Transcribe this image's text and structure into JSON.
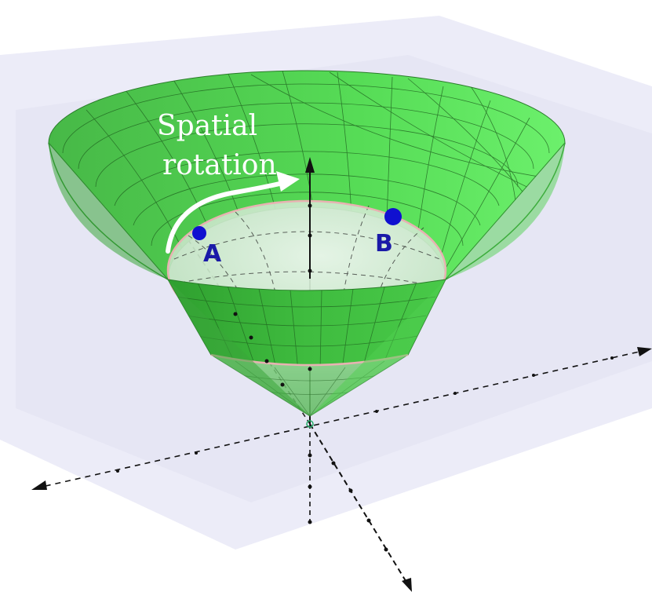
{
  "caption": {
    "line1": "Spatial",
    "line2": "rotation"
  },
  "points": {
    "a": {
      "label": "A"
    },
    "b": {
      "label": "B"
    }
  },
  "colors": {
    "plane": "#e8e8f6",
    "cone_green": "#3ec43e",
    "cone_green_light": "#66ee66",
    "cone_green_dark": "#2f9a2f",
    "slice_disk": "#cfe8cf",
    "slice_rim": "#e7b4b4",
    "point_blue": "#1010d0",
    "label_blue": "#1a1aa8",
    "axis": "#111111",
    "caption_text": "#ffffff"
  },
  "icons": {
    "rotation_arrow": "curved-arrow-icon"
  }
}
